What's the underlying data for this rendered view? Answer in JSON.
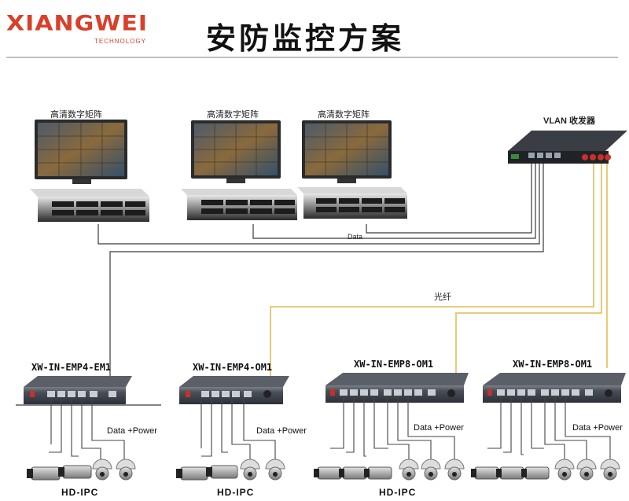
{
  "brand": {
    "logo_text": "XIANGWEI",
    "logo_subtext": "TECHNOLOGY",
    "title": "安防监控方案",
    "accent_color": "#d8402a"
  },
  "matrix_label": "高清数字矩阵",
  "vlan_label": "VLAN 收发器",
  "data_label": "Data",
  "fiber_label": "光纤",
  "data_power_label": "Data +Power",
  "camera_label": "HD-IPC",
  "switch_models": [
    "XW-IN-EMP4-EM1",
    "XW-IN-EMP4-OM1",
    "XW-IN-EMP8-OM1",
    "XW-IN-EMP8-OM1"
  ],
  "colors": {
    "fiber": "#e6c46a",
    "cable": "#333333"
  },
  "icons": [
    "monitor-icon",
    "nvr-icon",
    "poe-switch-icon",
    "vlan-transceiver-icon",
    "bullet-camera-icon",
    "dome-camera-icon"
  ]
}
